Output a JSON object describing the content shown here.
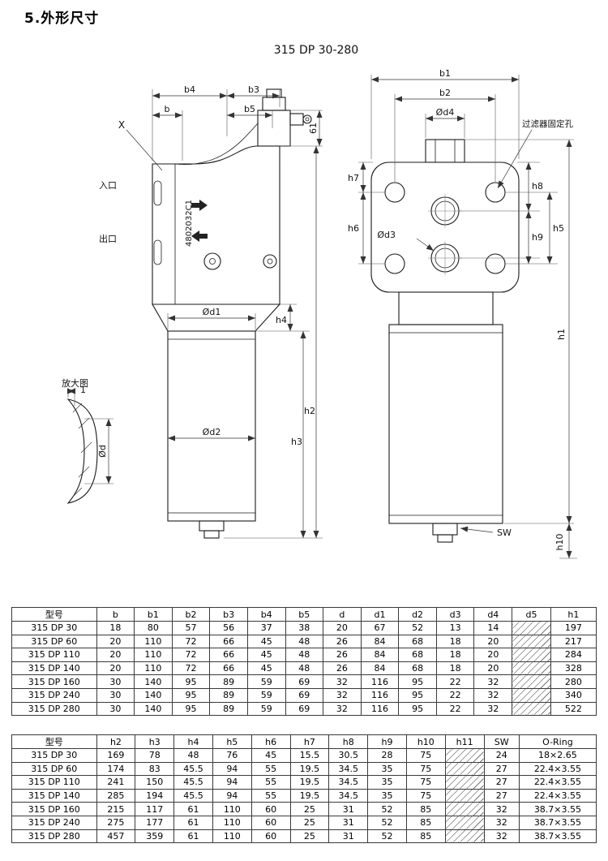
{
  "page": {
    "title": "5.外形尺寸"
  },
  "drawing": {
    "title": "315 DP 30-280",
    "labels": {
      "b": "b",
      "b1": "b1",
      "b2": "b2",
      "b3": "b3",
      "b4": "b4",
      "b5": "b5",
      "h1": "h1",
      "h2": "h2",
      "h3": "h3",
      "h4": "h4",
      "h5": "h5",
      "h6": "h6",
      "h7": "h7",
      "h8": "h8",
      "h9": "h9",
      "h10": "h10",
      "d": "Ød",
      "d1": "Ød1",
      "d2": "Ød2",
      "d3": "Ød3",
      "d4": "Ød4",
      "dim61": "61",
      "dim1": "1",
      "x_marker": "X",
      "inlet": "入口",
      "outlet": "出口",
      "serial": "4802032C1",
      "enlarged_view": "放大图",
      "fixing_hole": "过滤器固定孔",
      "sw": "SW"
    }
  },
  "dimension_table_1": {
    "headers": [
      "型号",
      "b",
      "b1",
      "b2",
      "b3",
      "b4",
      "b5",
      "d",
      "d1",
      "d2",
      "d3",
      "d4",
      "d5",
      "h1"
    ],
    "hatched_columns": [
      "d5"
    ],
    "rows": [
      [
        "315 DP 30",
        "18",
        "80",
        "57",
        "56",
        "37",
        "38",
        "20",
        "67",
        "52",
        "13",
        "14",
        "",
        "197"
      ],
      [
        "315 DP 60",
        "20",
        "110",
        "72",
        "66",
        "45",
        "48",
        "26",
        "84",
        "68",
        "18",
        "20",
        "",
        "217"
      ],
      [
        "315 DP 110",
        "20",
        "110",
        "72",
        "66",
        "45",
        "48",
        "26",
        "84",
        "68",
        "18",
        "20",
        "",
        "284"
      ],
      [
        "315 DP 140",
        "20",
        "110",
        "72",
        "66",
        "45",
        "48",
        "26",
        "84",
        "68",
        "18",
        "20",
        "",
        "328"
      ],
      [
        "315 DP 160",
        "30",
        "140",
        "95",
        "89",
        "59",
        "69",
        "32",
        "116",
        "95",
        "22",
        "32",
        "",
        "280"
      ],
      [
        "315 DP 240",
        "30",
        "140",
        "95",
        "89",
        "59",
        "69",
        "32",
        "116",
        "95",
        "22",
        "32",
        "",
        "340"
      ],
      [
        "315 DP 280",
        "30",
        "140",
        "95",
        "89",
        "59",
        "69",
        "32",
        "116",
        "95",
        "22",
        "32",
        "",
        "522"
      ]
    ]
  },
  "dimension_table_2": {
    "headers": [
      "型号",
      "h2",
      "h3",
      "h4",
      "h5",
      "h6",
      "h7",
      "h8",
      "h9",
      "h10",
      "h11",
      "SW",
      "O-Ring"
    ],
    "hatched_columns": [
      "h11"
    ],
    "rows": [
      [
        "315 DP 30",
        "169",
        "78",
        "48",
        "76",
        "45",
        "15.5",
        "30.5",
        "28",
        "75",
        "",
        "24",
        "18×2.65"
      ],
      [
        "315 DP 60",
        "174",
        "83",
        "45.5",
        "94",
        "55",
        "19.5",
        "34.5",
        "35",
        "75",
        "",
        "27",
        "22.4×3.55"
      ],
      [
        "315 DP 110",
        "241",
        "150",
        "45.5",
        "94",
        "55",
        "19.5",
        "34.5",
        "35",
        "75",
        "",
        "27",
        "22.4×3.55"
      ],
      [
        "315 DP 140",
        "285",
        "194",
        "45.5",
        "94",
        "55",
        "19.5",
        "34.5",
        "35",
        "75",
        "",
        "27",
        "22.4×3.55"
      ],
      [
        "315 DP 160",
        "215",
        "117",
        "61",
        "110",
        "60",
        "25",
        "31",
        "52",
        "85",
        "",
        "32",
        "38.7×3.55"
      ],
      [
        "315 DP 240",
        "275",
        "177",
        "61",
        "110",
        "60",
        "25",
        "31",
        "52",
        "85",
        "",
        "32",
        "38.7×3.55"
      ],
      [
        "315 DP 280",
        "457",
        "359",
        "61",
        "110",
        "60",
        "25",
        "31",
        "52",
        "85",
        "",
        "32",
        "38.7×3.55"
      ]
    ]
  }
}
